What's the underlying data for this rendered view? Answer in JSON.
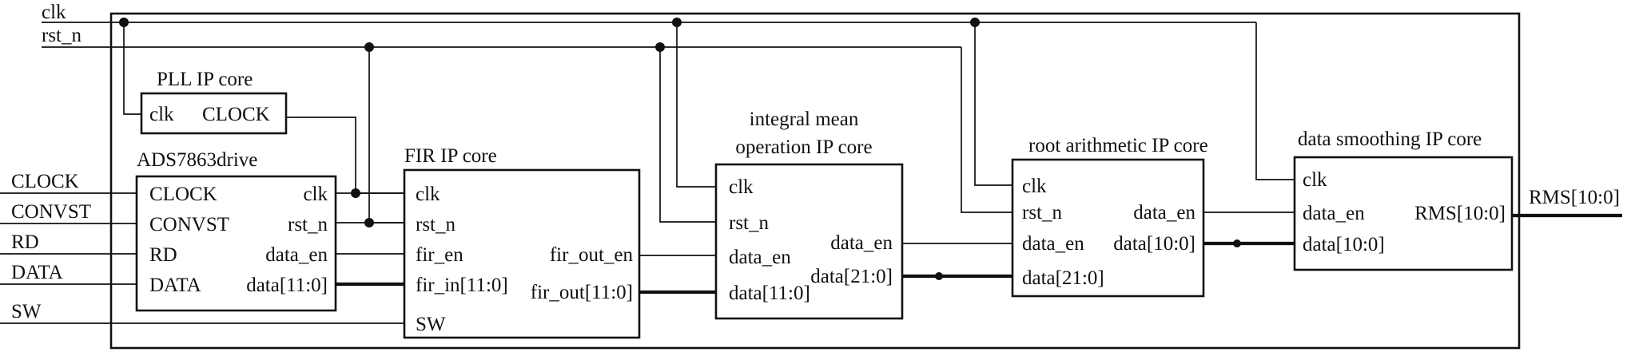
{
  "inputs": {
    "clk": "clk",
    "rst_n": "rst_n",
    "clock": "CLOCK",
    "convst": "CONVST",
    "rd": "RD",
    "data": "DATA",
    "sw": "SW"
  },
  "pll": {
    "title": "PLL IP core",
    "clk": "clk",
    "clock": "CLOCK"
  },
  "ads": {
    "title": "ADS7863drive",
    "clock": "CLOCK",
    "convst": "CONVST",
    "rd": "RD",
    "data": "DATA",
    "clk": "clk",
    "rst_n": "rst_n",
    "data_en": "data_en",
    "data_out": "data[11:0]"
  },
  "fir": {
    "title": "FIR IP core",
    "clk": "clk",
    "rst_n": "rst_n",
    "fir_en": "fir_en",
    "fir_in": "fir_in[11:0]",
    "sw": "SW",
    "fir_out_en": "fir_out_en",
    "fir_out": "fir_out[11:0]"
  },
  "integral": {
    "title_line1": "integral mean",
    "title_line2": "operation IP core",
    "clk": "clk",
    "rst_n": "rst_n",
    "data_en_in": "data_en",
    "data_in": "data[11:0]",
    "data_en_out": "data_en",
    "data_out": "data[21:0]"
  },
  "root": {
    "title": "root arithmetic IP core",
    "clk": "clk",
    "rst_n": "rst_n",
    "data_en_in": "data_en",
    "data_in": "data[21:0]",
    "data_en_out": "data_en",
    "data_out": "data[10:0]"
  },
  "smooth": {
    "title": "data smoothing IP core",
    "clk": "clk",
    "data_en": "data_en",
    "data_in": "data[10:0]",
    "rms": "RMS[10:0]"
  },
  "output": {
    "rms": "RMS[10:0]"
  }
}
